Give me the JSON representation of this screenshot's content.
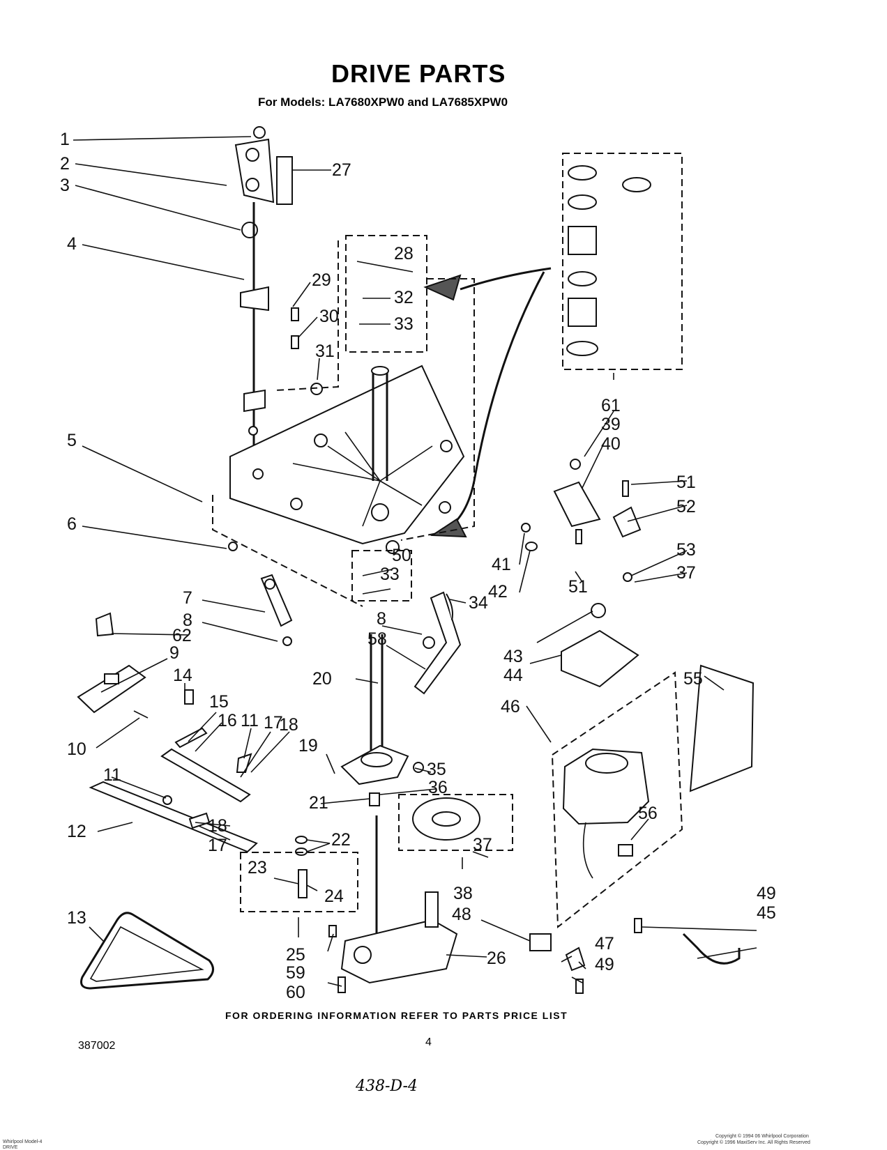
{
  "title": "DRIVE PARTS",
  "subtitle": "For Models: LA7680XPW0  and LA7685XPW0",
  "footer_note": "FOR ORDERING INFORMATION REFER TO PARTS PRICE LIST",
  "doc_number": "387002",
  "page_number": "4",
  "handwritten_code": "438-D-4",
  "bottom_left": [
    "Whirlpool Model-4",
    "DRIVE"
  ],
  "bottom_right": [
    "Copyright © 1994 06 Whirlpool Corporation",
    "Copyright © 1996 MaxiServ Inc. All Rights Reserved"
  ],
  "callouts": {
    "c1": "1",
    "c2": "2",
    "c3": "3",
    "c4": "4",
    "c5": "5",
    "c6": "6",
    "c7": "7",
    "c8a": "8",
    "c8b": "8",
    "c9": "9",
    "c10": "10",
    "c11a": "11",
    "c11b": "11",
    "c12": "12",
    "c13": "13",
    "c14": "14",
    "c15": "15",
    "c16": "16",
    "c17a": "17",
    "c17b": "17",
    "c18a": "18",
    "c18b": "18",
    "c19": "19",
    "c20": "20",
    "c21": "21",
    "c22": "22",
    "c23": "23",
    "c24": "24",
    "c25": "25",
    "c26": "26",
    "c27": "27",
    "c28": "28",
    "c29": "29",
    "c30": "30",
    "c31": "31",
    "c32": "32",
    "c33a": "33",
    "c33b": "33",
    "c34": "34",
    "c35": "35",
    "c36": "36",
    "c37a": "37",
    "c37b": "37",
    "c38": "38",
    "c39": "39",
    "c40": "40",
    "c41": "41",
    "c42": "42",
    "c43": "43",
    "c44": "44",
    "c45": "45",
    "c46": "46",
    "c47": "47",
    "c48": "48",
    "c49a": "49",
    "c49b": "49",
    "c50": "50",
    "c51a": "51",
    "c51b": "51",
    "c52": "52",
    "c53": "53",
    "c55": "55",
    "c56": "56",
    "c58": "58",
    "c59": "59",
    "c60": "60",
    "c61": "61",
    "c62": "62"
  }
}
